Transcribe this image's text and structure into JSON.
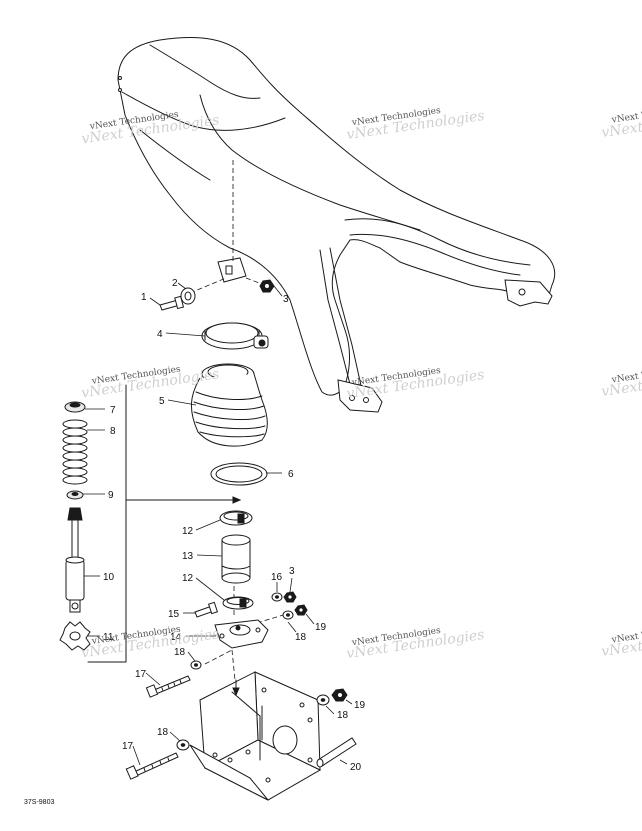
{
  "callouts": {
    "c1": "1",
    "c2": "2",
    "c3a": "3",
    "c3b": "3",
    "c4": "4",
    "c5": "5",
    "c6": "6",
    "c7": "7",
    "c8": "8",
    "c9": "9",
    "c10": "10",
    "c11": "11",
    "c12a": "12",
    "c12b": "12",
    "c13": "13",
    "c14": "14",
    "c15": "15",
    "c16": "16",
    "c17a": "17",
    "c17b": "17",
    "c18a": "18",
    "c18b": "18",
    "c18c": "18",
    "c18d": "18",
    "c19a": "19",
    "c19b": "19",
    "c20": "20"
  },
  "watermark": {
    "text": "vNext Technologies"
  },
  "drawing_code": "37S-9803"
}
